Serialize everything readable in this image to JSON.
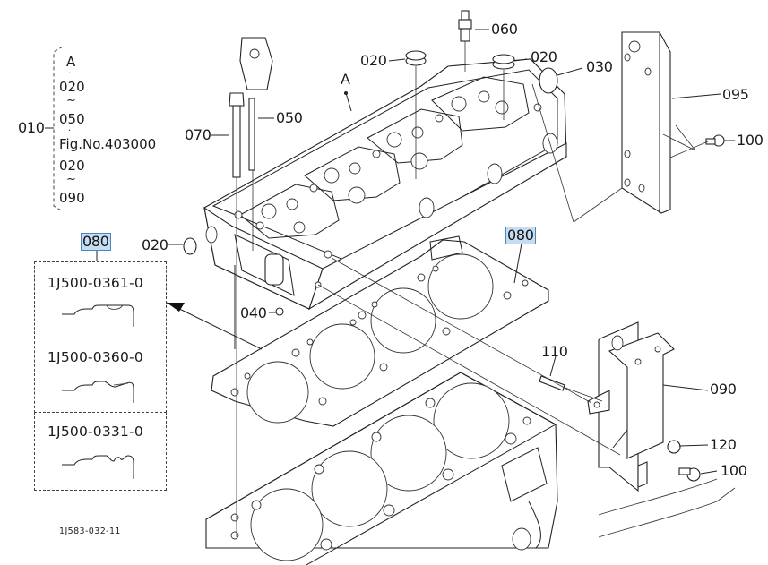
{
  "diagram": {
    "figure_id": "1J583-032-11",
    "callouts": [
      {
        "id": "010",
        "part": "cylinder-head-assembly"
      },
      {
        "id": "020",
        "part": "plug"
      },
      {
        "id": "030",
        "part": "plug-large"
      },
      {
        "id": "040",
        "part": "bolt-small"
      },
      {
        "id": "050",
        "part": "stud"
      },
      {
        "id": "060",
        "part": "sensor"
      },
      {
        "id": "070",
        "part": "head-bolt"
      },
      {
        "id": "080",
        "part": "head-gasket"
      },
      {
        "id": "090",
        "part": "bracket"
      },
      {
        "id": "095",
        "part": "plate"
      },
      {
        "id": "100",
        "part": "bolt"
      },
      {
        "id": "110",
        "part": "stud-short"
      },
      {
        "id": "120",
        "part": "nut"
      }
    ],
    "labels": {
      "l010": "010",
      "l020_top": "020",
      "l020_right": "020",
      "l020_left": "020",
      "l030": "030",
      "l040": "040",
      "l050": "050",
      "l060": "060",
      "l070": "070",
      "l080_box": "080",
      "l080_gasket": "080",
      "l090": "090",
      "l095": "095",
      "l100_top": "100",
      "l100_bottom": "100",
      "l110": "110",
      "l120": "120",
      "point_a": "A"
    },
    "assembly_bracket": {
      "lines": [
        "A",
        "·",
        "020",
        "~",
        "050",
        "·",
        "Fig.No.403000",
        "020",
        "~",
        "090"
      ]
    },
    "gasket_variants": [
      {
        "part_number": "1J500-0361-0",
        "profile": "single-notch"
      },
      {
        "part_number": "1J500-0360-0",
        "profile": "double-step"
      },
      {
        "part_number": "1J500-0331-0",
        "profile": "triple-notch"
      }
    ],
    "highlight_color": "#c6ddf1",
    "highlight_border": "#4a86c5"
  }
}
